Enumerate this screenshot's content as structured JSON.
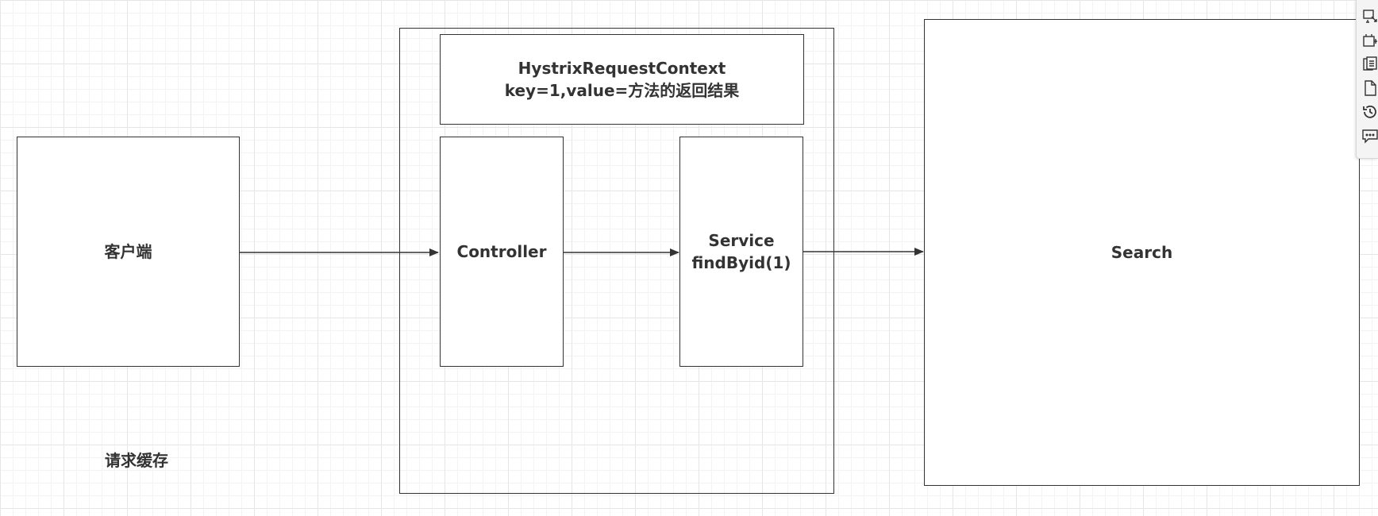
{
  "diagram": {
    "client_label": "客户端",
    "context_label": "HystrixRequestContext\nkey=1,value=方法的返回结果",
    "controller_label": "Controller",
    "service_label": "Service\nfindByid(1)",
    "search_label": "Search",
    "caption": "请求缓存"
  },
  "toolbar": {
    "items": [
      {
        "icon": "format-icon"
      },
      {
        "icon": "page-size-icon"
      },
      {
        "icon": "copy-icon"
      },
      {
        "icon": "page-icon"
      },
      {
        "icon": "history-icon"
      },
      {
        "icon": "comment-icon"
      }
    ]
  },
  "colors": {
    "stroke": "#333333",
    "text": "#333333",
    "grid": "#e6e6e6",
    "background": "#ffffff"
  }
}
